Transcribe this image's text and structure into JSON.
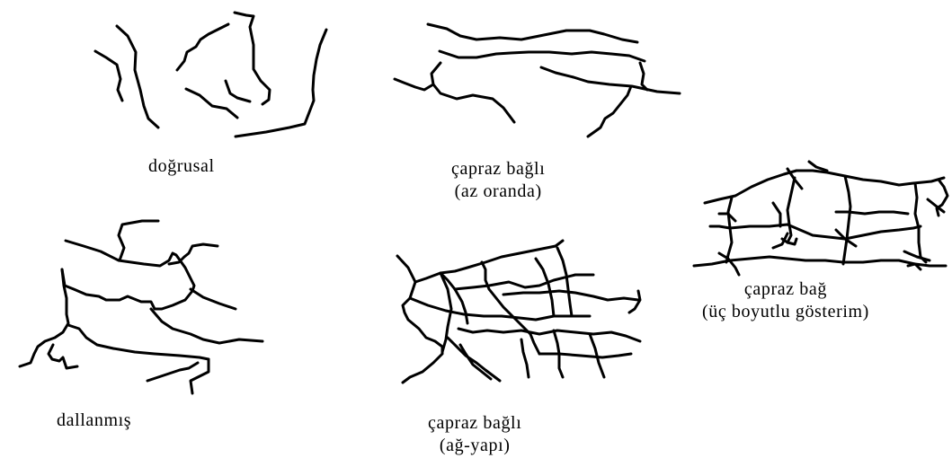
{
  "labels": {
    "linear": "doğrusal",
    "light_crosslinked_line1": "çapraz bağlı",
    "light_crosslinked_line2": "(az oranda)",
    "crosslink_3d_line1": "çapraz bağ",
    "crosslink_3d_line2": "(üç boyutlu gösterim)",
    "branched": "dallanmış",
    "network_line1": "çapraz bağlı",
    "network_line2": "(ağ-yapı)"
  }
}
